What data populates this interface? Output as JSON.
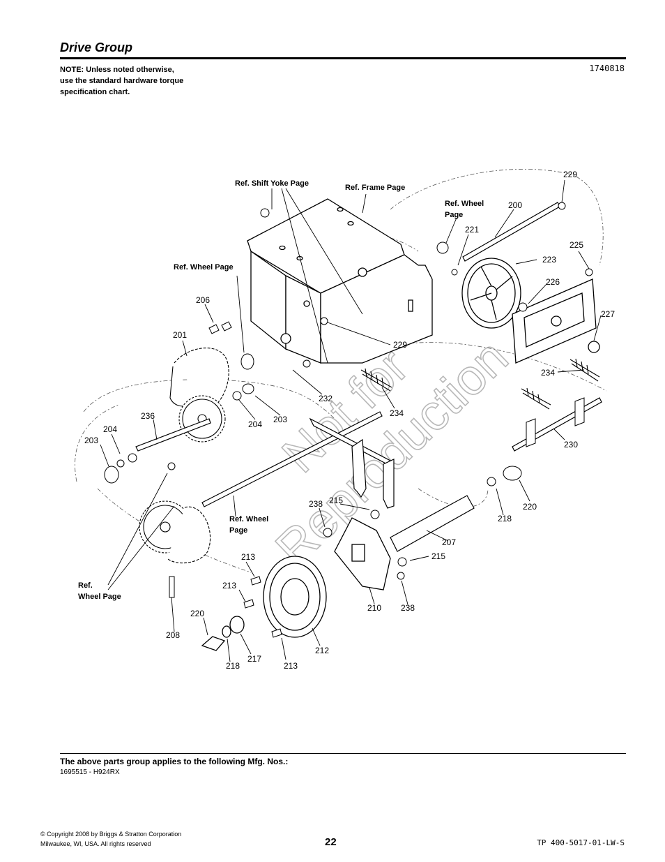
{
  "header": {
    "title": "Drive Group",
    "note_lines": [
      "NOTE: Unless noted otherwise,",
      "use the standard hardware torque",
      "specification chart."
    ],
    "reference_number": "1740818"
  },
  "diagram": {
    "watermark_line1": "Not for",
    "watermark_line2": "Reproduction",
    "reference_labels": {
      "shift_yoke": "Ref. Shift Yoke Page",
      "frame": "Ref. Frame Page",
      "wheel_top_1": "Ref. Wheel",
      "wheel_top_2": "Page",
      "wheel_left": "Ref. Wheel Page",
      "wheel_mid_1": "Ref. Wheel",
      "wheel_mid_2": "Page",
      "wheel_bottom_1": "Ref.",
      "wheel_bottom_2": "Wheel Page"
    },
    "callouts": {
      "c229a": "229",
      "c200": "200",
      "c221": "221",
      "c225": "225",
      "c223": "223",
      "c226": "226",
      "c227": "227",
      "c206": "206",
      "c201": "201",
      "c229b": "229",
      "c234a": "234",
      "c232": "232",
      "c234b": "234",
      "c204a": "204",
      "c203a": "203",
      "c230": "230",
      "c236": "236",
      "c204b": "204",
      "c203b": "203",
      "c220a": "220",
      "c218a": "218",
      "c238a": "238",
      "c215a": "215",
      "c207": "207",
      "c215b": "215",
      "c213a": "213",
      "c213b": "213",
      "c210": "210",
      "c238b": "238",
      "c220b": "220",
      "c208": "208",
      "c217": "217",
      "c218b": "218",
      "c213c": "213",
      "c212": "212"
    }
  },
  "footer": {
    "applies_title": "The above parts group applies to the following Mfg. Nos.:",
    "applies_item": "1695515 - H924RX",
    "copyright_lines": [
      "© Copyright  2008 by Briggs & Stratton Corporation",
      "Milwaukee, WI, USA. All rights reserved"
    ],
    "page_number": "22",
    "doc_id": "TP 400-5017-01-LW-S"
  }
}
